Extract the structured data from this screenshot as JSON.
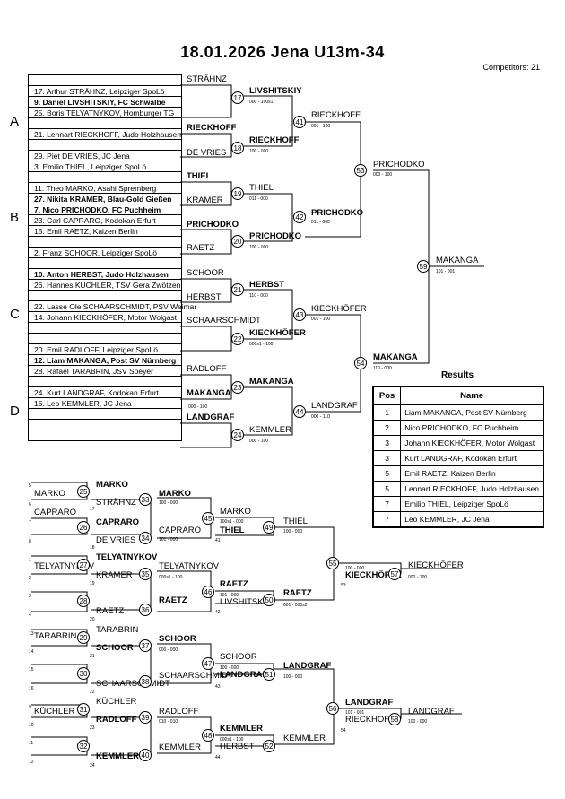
{
  "header": {
    "title": "18.01.2026  Jena    U13m-34",
    "competitors": "Competitors: 21"
  },
  "pools": [
    "A",
    "B",
    "C",
    "D"
  ],
  "seed_rows": [
    {
      "t": "",
      "b": false
    },
    {
      "t": "17. Arthur STRÄHNZ, Leipziger SpoLö",
      "b": false
    },
    {
      "t": "9. Daniel LIVSHITSKIY, FC Schwalbe",
      "b": true
    },
    {
      "t": "25. Boris TELYATNYKOV, Homburger TG",
      "b": false
    },
    {
      "t": "",
      "b": false
    },
    {
      "t": "21. Lennart RIECKHOFF, Judo Holzhausen",
      "b": false
    },
    {
      "t": "",
      "b": false
    },
    {
      "t": "29. Piet DE VRIES, JC Jena",
      "b": false
    },
    {
      "t": "3. Emilio THIEL, Leipziger SpoLö",
      "b": false
    },
    {
      "t": "",
      "b": false
    },
    {
      "t": "11. Theo MARKO, Asahi Spremberg",
      "b": false
    },
    {
      "t": "27. Nikita KRAMER, Blau-Gold Gießen",
      "b": true
    },
    {
      "t": "7. Nico PRICHODKO, FC Puchheim",
      "b": true
    },
    {
      "t": "23. Carl CAPRARO, Kodokan Erfurt",
      "b": false
    },
    {
      "t": "15. Emil RAETZ, Kaizen Berlin",
      "b": false
    },
    {
      "t": "",
      "b": false
    },
    {
      "t": "2. Franz SCHOOR, Leipziger SpoLö",
      "b": false
    },
    {
      "t": "",
      "b": false
    },
    {
      "t": "10. Anton HERBST, Judo Holzhausen",
      "b": true
    },
    {
      "t": "26. Hannes KÜCHLER, TSV Gera Zwötzen",
      "b": false
    },
    {
      "t": "",
      "b": false
    },
    {
      "t": "22. Lasse Ole SCHAARSCHMIDT, PSV Weimar",
      "b": false
    },
    {
      "t": "14. Johann KIECKHÖFER, Motor Wolgast",
      "b": false
    },
    {
      "t": "",
      "b": false
    },
    {
      "t": "",
      "b": false
    },
    {
      "t": "20. Emil RADLOFF, Leipziger SpoLö",
      "b": false
    },
    {
      "t": "12. Liam MAKANGA, Post SV Nürnberg",
      "b": true
    },
    {
      "t": "28. Rafael TARABRIN, JSV Speyer",
      "b": false
    },
    {
      "t": "",
      "b": false
    },
    {
      "t": "24. Kurt LANDGRAF, Kodokan Erfurt",
      "b": false
    },
    {
      "t": "16. Leo KEMMLER, JC Jena",
      "b": false
    },
    {
      "t": "",
      "b": false
    },
    {
      "t": "",
      "b": false
    },
    {
      "t": "",
      "b": false
    }
  ],
  "main_bracket": {
    "labels": [
      {
        "id": "m1",
        "t": "STRÄHNZ",
        "b": false
      },
      {
        "id": "m2",
        "t": "LIVSHITSKIY",
        "b": true
      },
      {
        "id": "m3",
        "t": "RIECKHOFF",
        "b": true
      },
      {
        "id": "m4",
        "t": "DE VRIES",
        "b": false
      },
      {
        "id": "m5",
        "t": "LIVSHITSKIY",
        "b": false
      },
      {
        "id": "m6",
        "t": "RIECKHOFF",
        "b": true
      },
      {
        "id": "m7",
        "t": "RIECKHOFF",
        "b": false
      },
      {
        "id": "m8",
        "t": "PRICHODKO",
        "b": false
      },
      {
        "id": "m9",
        "t": "THIEL",
        "b": true
      },
      {
        "id": "m10",
        "t": "KRAMER",
        "b": false
      },
      {
        "id": "m11",
        "t": "PRICHODKO",
        "b": true
      },
      {
        "id": "m12",
        "t": "RAETZ",
        "b": false
      },
      {
        "id": "m13",
        "t": "THIEL",
        "b": false
      },
      {
        "id": "m14",
        "t": "PRICHODKO",
        "b": true
      },
      {
        "id": "m15",
        "t": "PRICHODKO",
        "b": true
      },
      {
        "id": "m16",
        "t": "MAKANGA",
        "b": false
      },
      {
        "id": "m17",
        "t": "SCHOOR",
        "b": false
      },
      {
        "id": "m18",
        "t": "HERBST",
        "b": true
      },
      {
        "id": "m19",
        "t": "SCHAARSCHMIDT",
        "b": false
      },
      {
        "id": "m20",
        "t": "KIECKHÖFER",
        "b": true
      },
      {
        "id": "m21",
        "t": "HERBST",
        "b": false
      },
      {
        "id": "m22",
        "t": "KIECKHÖFER",
        "b": true
      },
      {
        "id": "m23",
        "t": "KIECKHÖFER",
        "b": false
      },
      {
        "id": "m24",
        "t": "MAKANGA",
        "b": true
      },
      {
        "id": "m25",
        "t": "RADLOFF",
        "b": false
      },
      {
        "id": "m26",
        "t": "MAKANGA",
        "b": true
      },
      {
        "id": "m27",
        "t": "LANDGRAF",
        "b": true
      },
      {
        "id": "m28",
        "t": "KEMMLER",
        "b": false
      },
      {
        "id": "m29",
        "t": "MAKANGA",
        "b": true
      },
      {
        "id": "m30",
        "t": "LANDGRAF",
        "b": false
      },
      {
        "id": "m31",
        "t": "MAKANGA",
        "b": true
      }
    ],
    "circles": [
      "17",
      "18",
      "19",
      "20",
      "21",
      "22",
      "23",
      "24",
      "41",
      "42",
      "43",
      "44",
      "53",
      "54",
      "59"
    ],
    "scores": [
      "000 - 100s1",
      "100 - 000",
      "011 - 000",
      "100 - 000",
      "110 - 000",
      "000s1 - 100",
      "000 - 100",
      "000 - 100",
      "001 - 100",
      "011 - 000",
      "001 - 100",
      "000 - 110",
      "000 - 100",
      "110 - 000",
      "101 - 001"
    ]
  },
  "repechage": {
    "labels": [
      {
        "id": "r1",
        "t": "MARKO",
        "b": true
      },
      {
        "id": "r2",
        "t": "MARKO",
        "b": false
      },
      {
        "id": "r3",
        "t": "STRÄHNZ",
        "b": false
      },
      {
        "id": "r4",
        "t": "MARKO",
        "b": true
      },
      {
        "id": "r5",
        "t": "CAPRARO",
        "b": false
      },
      {
        "id": "r6",
        "t": "CAPRARO",
        "b": true
      },
      {
        "id": "r7",
        "t": "DE VRIES",
        "b": false
      },
      {
        "id": "r8",
        "t": "CAPRARO",
        "b": false
      },
      {
        "id": "r9",
        "t": "MARKO",
        "b": false
      },
      {
        "id": "r10",
        "t": "THIEL",
        "b": true
      },
      {
        "id": "r11",
        "t": "THIEL",
        "b": false
      },
      {
        "id": "r12",
        "t": "TELYATNYKOV",
        "b": true
      },
      {
        "id": "r13",
        "t": "TELYATNYKOV",
        "b": false
      },
      {
        "id": "r14",
        "t": "KRAMER",
        "b": false
      },
      {
        "id": "r15",
        "t": "TELYATNYKOV",
        "b": false
      },
      {
        "id": "r16",
        "t": "RAETZ",
        "b": true
      },
      {
        "id": "r17",
        "t": "RAETZ",
        "b": false
      },
      {
        "id": "r18",
        "t": "RAETZ",
        "b": true
      },
      {
        "id": "r19",
        "t": "LIVSHITSKIY",
        "b": false
      },
      {
        "id": "r20",
        "t": "RAETZ",
        "b": true
      },
      {
        "id": "r21",
        "t": "RAETZ",
        "b": false
      },
      {
        "id": "r22",
        "t": "KIECKHÖFER",
        "b": true
      },
      {
        "id": "r23",
        "t": "KIECKHÖFER",
        "b": false
      },
      {
        "id": "r24",
        "t": "TARABRIN",
        "b": false
      },
      {
        "id": "r25",
        "t": "TARABRIN",
        "b": false
      },
      {
        "id": "r26",
        "t": "SCHOOR",
        "b": true
      },
      {
        "id": "r27",
        "t": "SCHOOR",
        "b": true
      },
      {
        "id": "r28",
        "t": "SCHOOR",
        "b": false
      },
      {
        "id": "r29",
        "t": "SCHAARSCHMIDT",
        "b": false
      },
      {
        "id": "r30",
        "t": "SCHAARSCHMIDT",
        "b": false
      },
      {
        "id": "r31",
        "t": "LANDGRAF",
        "b": true
      },
      {
        "id": "r32",
        "t": "LANDGRAF",
        "b": true
      },
      {
        "id": "r33",
        "t": "KÜCHLER",
        "b": false
      },
      {
        "id": "r34",
        "t": "KÜCHLER",
        "b": false
      },
      {
        "id": "r35",
        "t": "RADLOFF",
        "b": true
      },
      {
        "id": "r36",
        "t": "RADLOFF",
        "b": false
      },
      {
        "id": "r37",
        "t": "KEMMLER",
        "b": true
      },
      {
        "id": "r38",
        "t": "HERBST",
        "b": false
      },
      {
        "id": "r39",
        "t": "KEMMLER",
        "b": false
      },
      {
        "id": "r40",
        "t": "KEMMLER",
        "b": true
      },
      {
        "id": "r41",
        "t": "KEMMLER",
        "b": false
      },
      {
        "id": "r42",
        "t": "LANDGRAF",
        "b": true
      },
      {
        "id": "r43",
        "t": "RIECKHOFF",
        "b": false
      },
      {
        "id": "r44",
        "t": "LANDGRAF",
        "b": false
      }
    ],
    "circles": [
      "25",
      "26",
      "27",
      "28",
      "29",
      "30",
      "31",
      "32",
      "33",
      "34",
      "35",
      "36",
      "37",
      "38",
      "39",
      "40",
      "45",
      "46",
      "47",
      "48",
      "49",
      "50",
      "51",
      "52",
      "55",
      "56",
      "57",
      "58"
    ],
    "scores": [
      "100 - 000",
      "101 - 000",
      "100s1 - 000",
      "100 - 000",
      "000s1 - 100",
      "101 - 000",
      "001 - 000s2",
      "000 - 000",
      "100 - 000",
      "100 - 000",
      "010 - 010",
      "000s1 - 100",
      "100 - 000",
      "000 - 100",
      "101 - 001",
      "100 - 000"
    ],
    "seed_nums": [
      "5",
      "6",
      "7",
      "8",
      "1",
      "2",
      "3",
      "4",
      "13",
      "14",
      "15",
      "16",
      "9",
      "10",
      "11",
      "12",
      "17",
      "18",
      "19",
      "20",
      "21",
      "22",
      "23",
      "24",
      "41",
      "42",
      "43",
      "44",
      "53",
      "54"
    ]
  },
  "results": {
    "title": "Results",
    "headers": [
      "Pos",
      "Name"
    ],
    "rows": [
      {
        "pos": "1",
        "name": "Liam MAKANGA, Post SV Nürnberg"
      },
      {
        "pos": "2",
        "name": "Nico PRICHODKO, FC Puchheim"
      },
      {
        "pos": "3",
        "name": "Johann KIECKHÖFER, Motor Wolgast"
      },
      {
        "pos": "3",
        "name": "Kurt LANDGRAF, Kodokan Erfurt"
      },
      {
        "pos": "5",
        "name": "Emil RAETZ, Kaizen Berlin"
      },
      {
        "pos": "5",
        "name": "Lennart RIECKHOFF, Judo Holzhausen"
      },
      {
        "pos": "7",
        "name": "Emilio THIEL, Leipziger SpoLö"
      },
      {
        "pos": "7",
        "name": "Leo KEMMLER, JC Jena"
      }
    ]
  }
}
